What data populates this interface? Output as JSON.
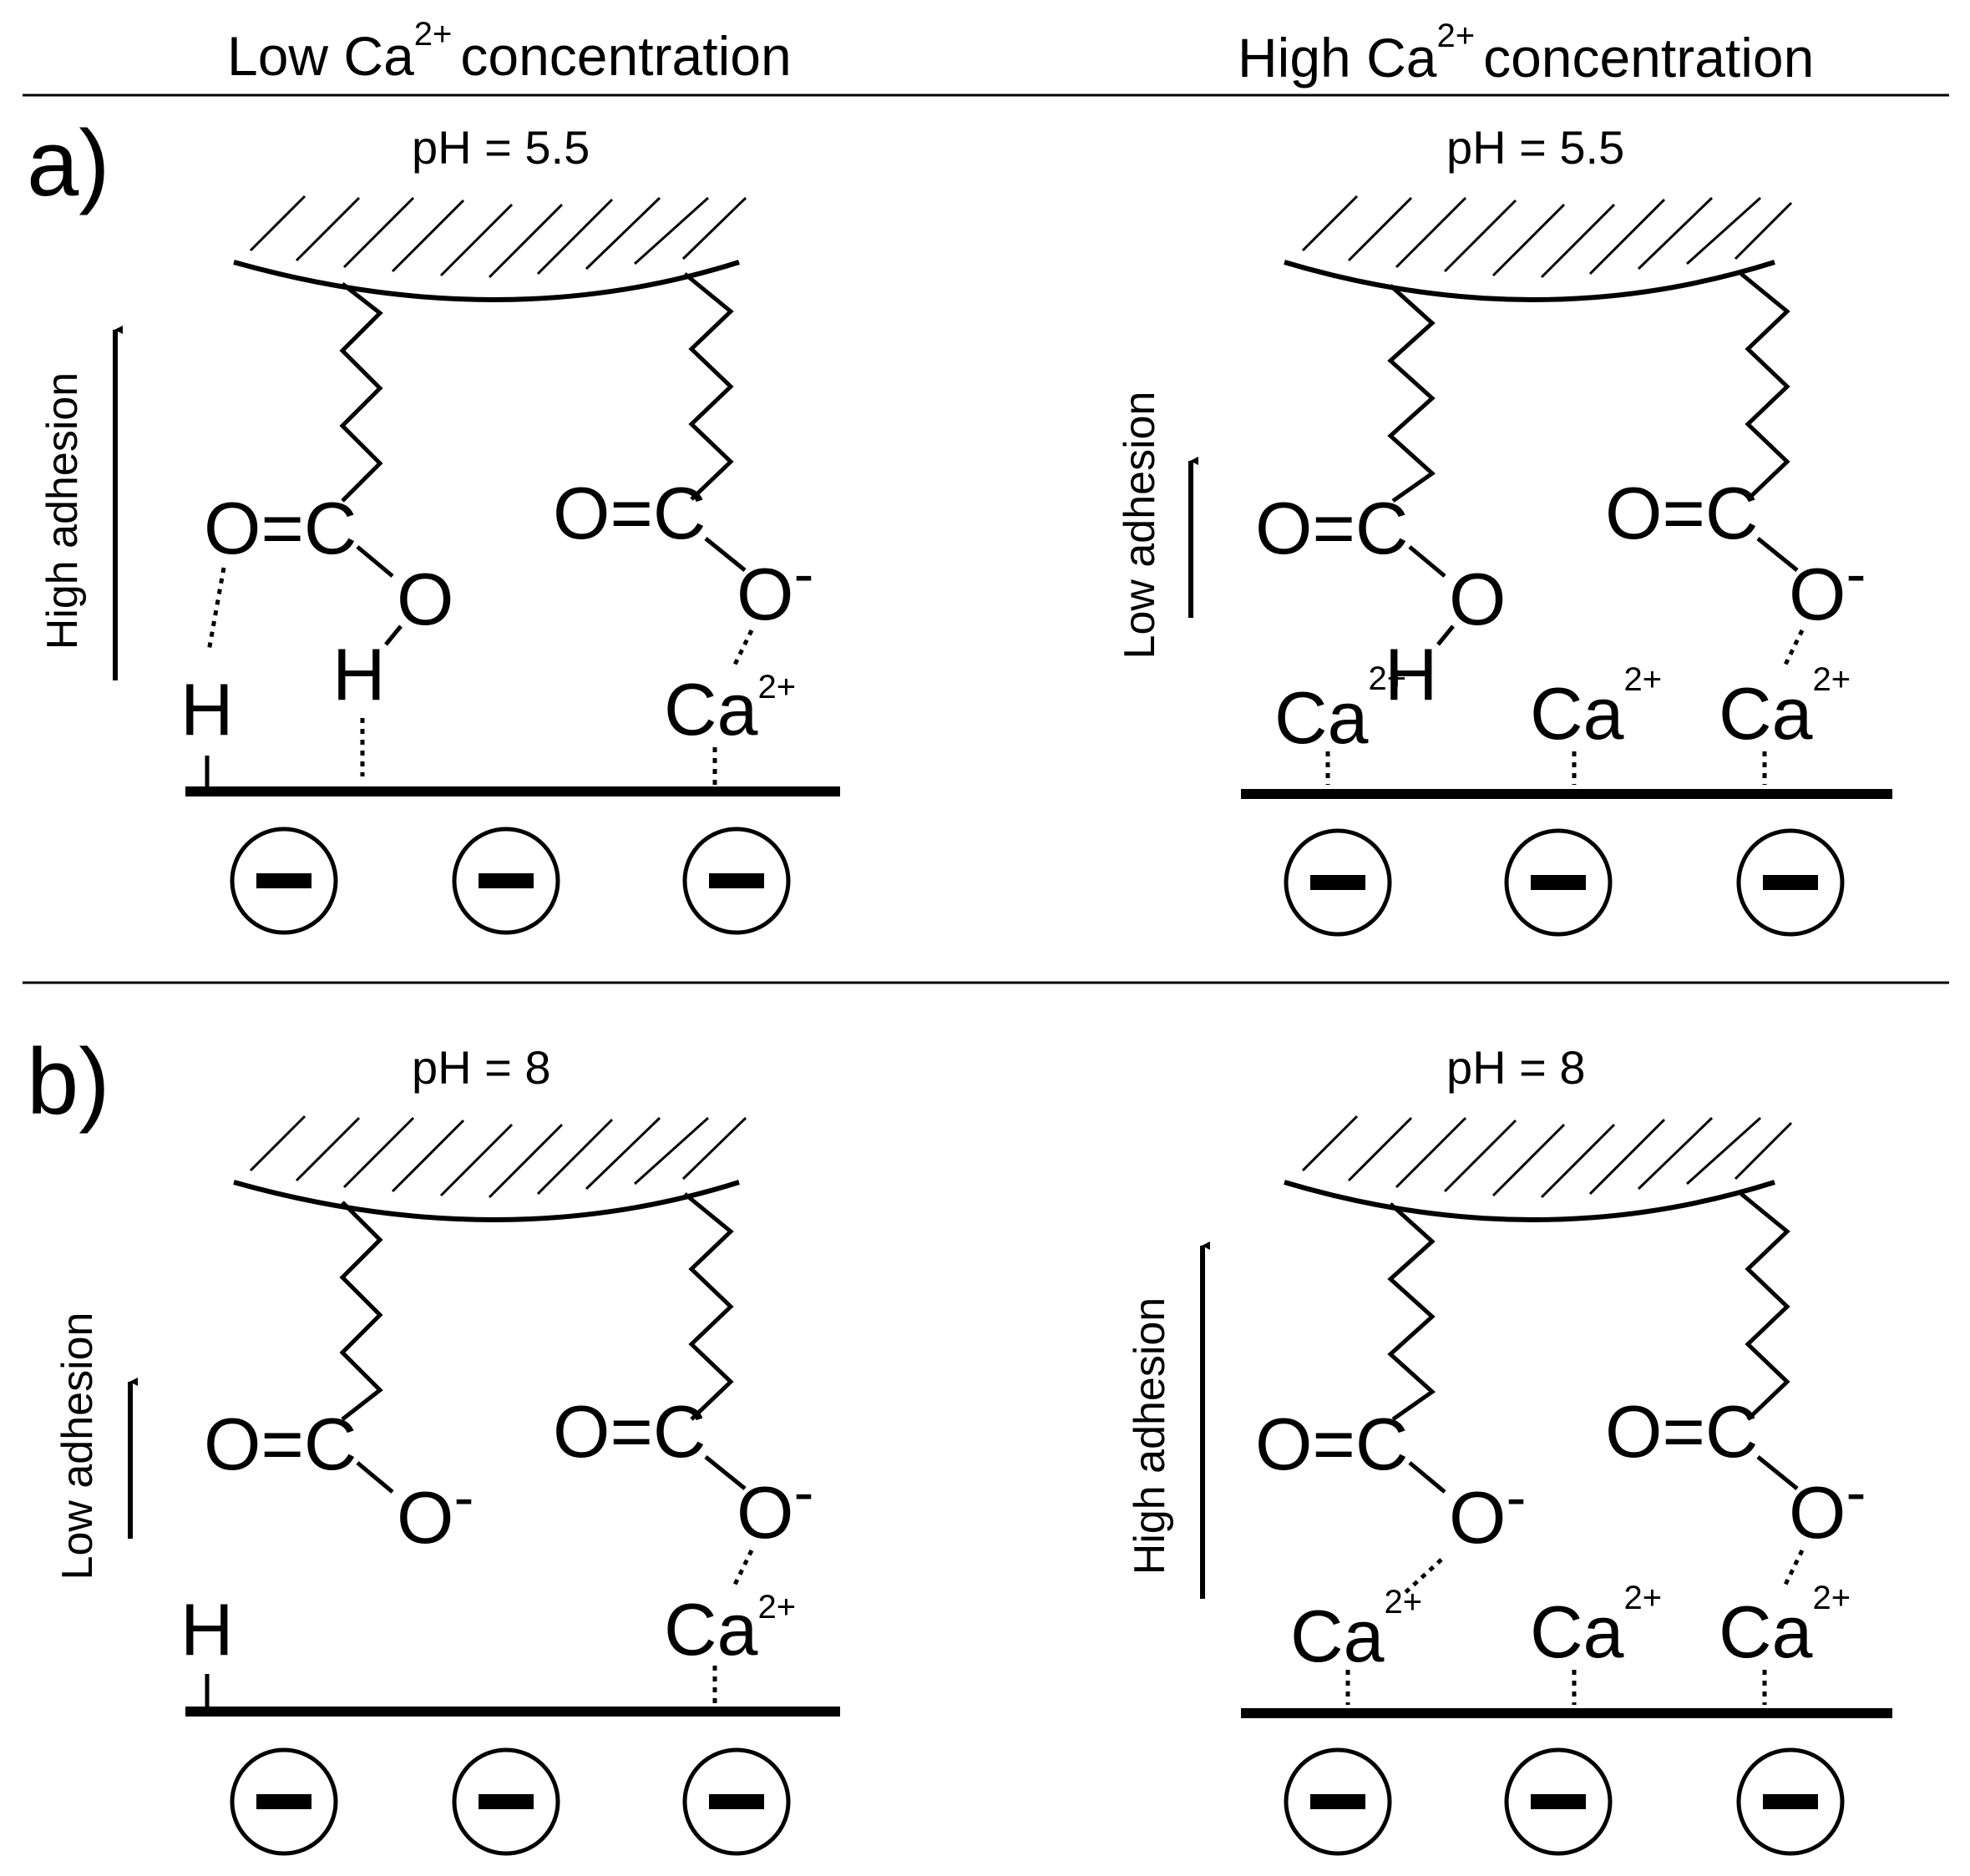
{
  "headers": {
    "left_prefix": "Low Ca",
    "left_sup": "2+",
    "left_suffix": "concentration",
    "right_prefix": "High Ca",
    "right_sup": "2+",
    "right_suffix": "concentration"
  },
  "row_labels": {
    "a": "a)",
    "b": "b)"
  },
  "panels": {
    "a_left": {
      "ph": "pH = 5.5",
      "adhesion": "High adhesion"
    },
    "a_right": {
      "ph": "pH = 5.5",
      "adhesion": "Low adhesion"
    },
    "b_left": {
      "ph": "pH = 8",
      "adhesion": "Low adhesion"
    },
    "b_right": {
      "ph": "pH = 8",
      "adhesion": "High adhesion"
    }
  },
  "chem": {
    "carbonyl": "O=C",
    "oxygen": "O",
    "hydrogen": "H",
    "minus": "-",
    "calcium": "Ca",
    "charge": "2+"
  },
  "colors": {
    "ink": "#000000",
    "background": "#ffffff"
  },
  "icons": {
    "surface_charge": "minus-circle-icon"
  }
}
